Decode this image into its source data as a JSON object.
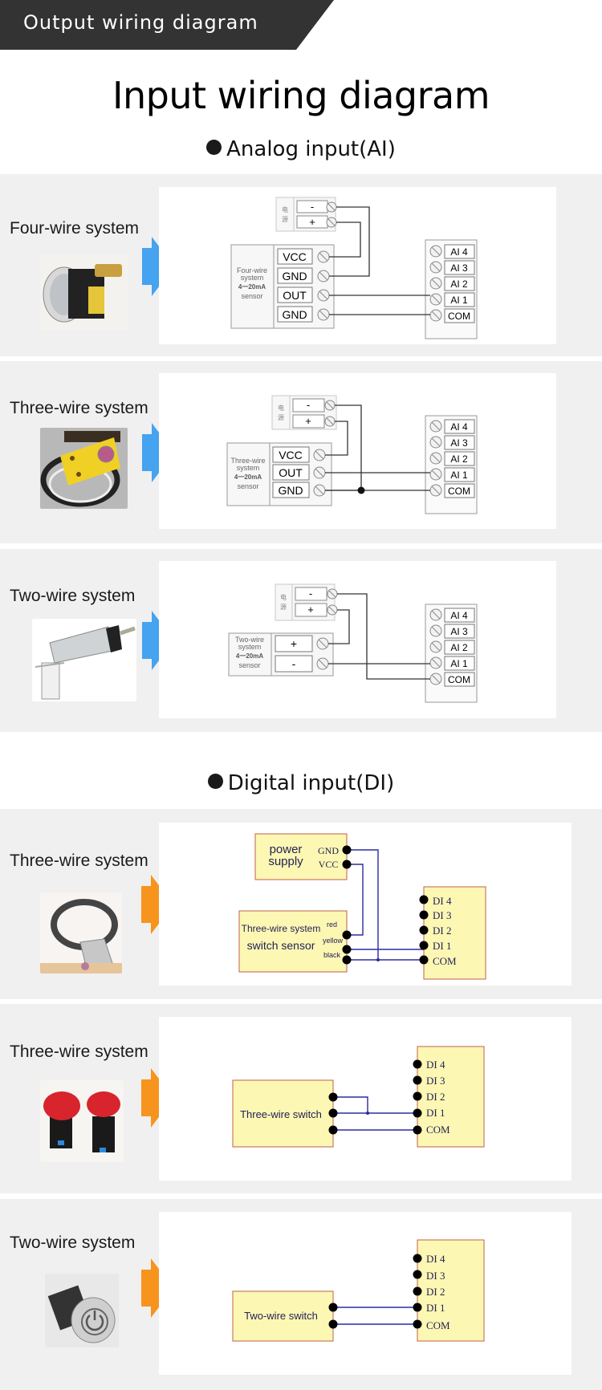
{
  "header": {
    "tab_label": "Output wiring diagram"
  },
  "title": "Input wiring diagram",
  "analog": {
    "section_title": "Analog input(AI)",
    "arrow_color": "#45a3f0",
    "rows": [
      {
        "label": "Four-wire system",
        "photo_icon": "draw-wire-encoder-photo",
        "power_label": "电源",
        "power_terms": [
          "-",
          "+"
        ],
        "sensor_label": [
          "Four-wire",
          "system",
          "4一20mA",
          "sensor"
        ],
        "sensor_terms": [
          "VCC",
          "GND",
          "OUT",
          "GND"
        ],
        "module_terms": [
          "AI 4",
          "AI 3",
          "AI 2",
          "AI 1",
          "COM"
        ]
      },
      {
        "label": "Three-wire system",
        "photo_icon": "photoelectric-sensor-photo",
        "power_label": "电源",
        "power_terms": [
          "-",
          "+"
        ],
        "sensor_label": [
          "Three-wire",
          "system",
          "4一20mA",
          "sensor"
        ],
        "sensor_terms": [
          "VCC",
          "OUT",
          "GND"
        ],
        "module_terms": [
          "AI 4",
          "AI 3",
          "AI 2",
          "AI 1",
          "COM"
        ]
      },
      {
        "label": "Two-wire system",
        "photo_icon": "linear-displacement-sensor-photo",
        "power_label": "电源",
        "power_terms": [
          "-",
          "+"
        ],
        "sensor_label": [
          "Two-wire",
          "system",
          "4一20mA",
          "sensor"
        ],
        "sensor_terms": [
          "+",
          "-"
        ],
        "module_terms": [
          "AI 4",
          "AI 3",
          "AI 2",
          "AI 1",
          "COM"
        ]
      }
    ]
  },
  "digital": {
    "section_title": "Digital input(DI)",
    "arrow_color": "#f7941d",
    "wire_color": "#2b2ba0",
    "box_fill": "#fdf7b4",
    "box_stroke": "#c0604a",
    "rows": [
      {
        "label": "Three-wire system",
        "photo_icon": "proximity-sensor-photo",
        "power_label": [
          "power",
          "supply"
        ],
        "power_terms": [
          "GND",
          "VCC"
        ],
        "sensor_label": [
          "Three-wire system",
          "switch sensor"
        ],
        "sensor_terms": [
          "red",
          "yellow",
          "black"
        ],
        "module_terms": [
          "DI 4",
          "DI 3",
          "DI 2",
          "DI 1",
          "COM"
        ]
      },
      {
        "label": "Three-wire system",
        "photo_icon": "emergency-stop-button-photo",
        "sensor_label": [
          "Three-wire switch"
        ],
        "module_terms": [
          "DI 4",
          "DI 3",
          "DI 2",
          "DI 1",
          "COM"
        ]
      },
      {
        "label": "Two-wire system",
        "photo_icon": "metal-push-button-photo",
        "sensor_label": [
          "Two-wire switch"
        ],
        "module_terms": [
          "DI 4",
          "DI 3",
          "DI 2",
          "DI 1",
          "COM"
        ]
      }
    ]
  }
}
